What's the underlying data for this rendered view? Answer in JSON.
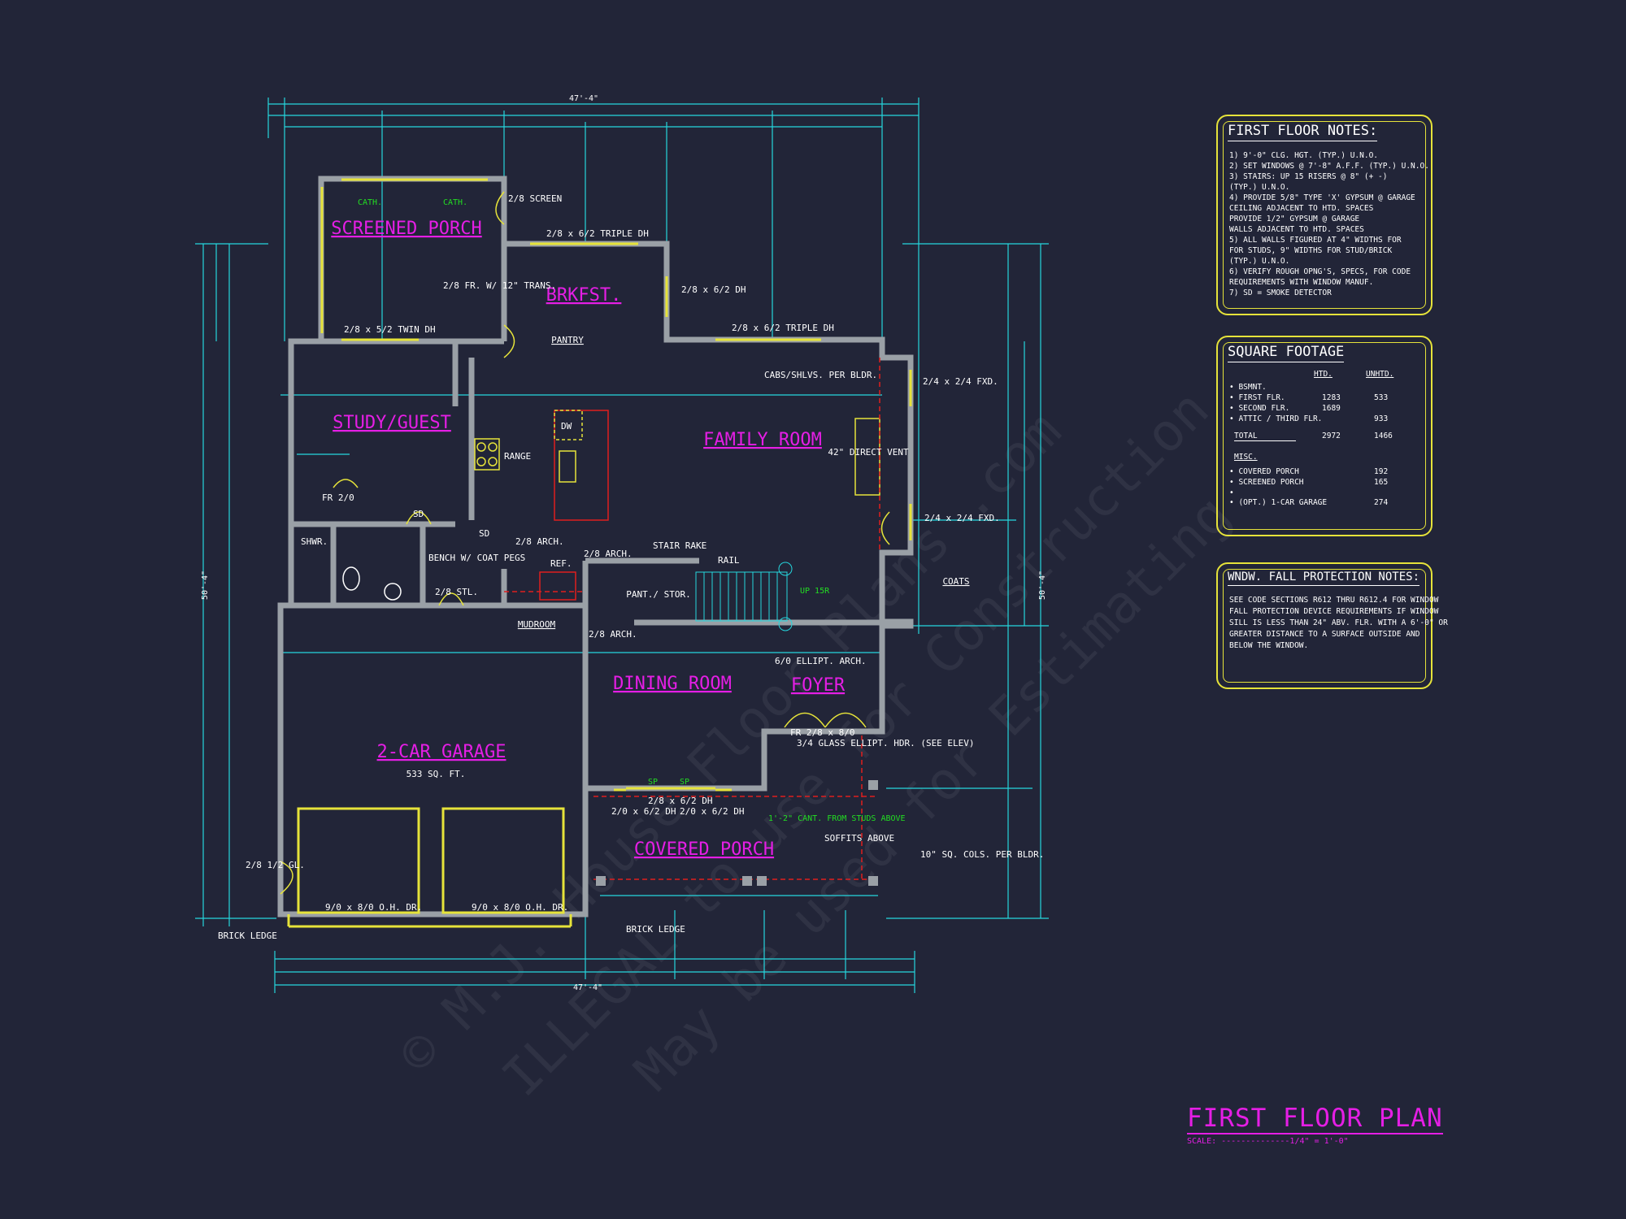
{
  "plan": {
    "overall_width": "47'-4\"",
    "overall_depth": "50'-4\"",
    "rooms": {
      "screened_porch": "SCREENED PORCH",
      "brkfst": "BRKFST.",
      "study": "STUDY/GUEST",
      "family": "FAMILY ROOM",
      "dining": "DINING ROOM",
      "foyer": "FOYER",
      "garage": "2-CAR GARAGE",
      "garage_area": "533 SQ. FT.",
      "covered_porch": "COVERED PORCH",
      "mudroom": "MUDROOM",
      "pantry": "PANTRY",
      "coats": "COATS",
      "pant_stor": "PANT./ STOR."
    },
    "labels": {
      "cath": "CATH.",
      "screen": "2/8 SCREEN",
      "triple_dh_top": "2/8 x 6/2 TRIPLE DH",
      "dh_brkfst": "2/8 x 6/2 DH",
      "fr_trans": "2/8 FR. W/ 12\" TRANS.",
      "twin_dh": "2/8 x 5/2 TWIN DH",
      "triple_dh_fam": "2/8 x 6/2 TRIPLE DH",
      "cabs": "CABS/SHLVS. PER BLDR.",
      "fxd_1": "2/4 x 2/4 FXD.",
      "fxd_2": "2/4 x 2/4 FXD.",
      "direct_vent": "42\" DIRECT VENT",
      "range": "RANGE",
      "dw": "DW",
      "ref": "REF.",
      "arch_1": "2/8 ARCH.",
      "arch_2": "2/8 ARCH.",
      "arch_3": "2/8 ARCH.",
      "stair_rake": "STAIR RAKE",
      "rail": "RAIL",
      "up": "UP 15R",
      "bench": "BENCH W/ COAT PEGS",
      "stl": "2/8 STL.",
      "shwr": "SHWR.",
      "pr_study": "FR 2/0",
      "ellipt_arch": "6/0 ELLIPT. ARCH.",
      "front_door": "FR 2/8 x 8/0",
      "glass": "3/4 GLASS ELLIPT. HDR. (SEE ELEV)",
      "porch_dh": "2/8 x 6/2 DH",
      "dh_left": "2/0 x 6/2 DH",
      "dh_right": "2/0 x 6/2 DH",
      "cant": "1'-2\" CANT. FROM STUDS ABOVE",
      "soffits": "SOFFITS ABOVE",
      "cols": "10\" SQ. COLS. PER BLDR.",
      "ohdr_1": "9/0 x 8/0 O.H. DR.",
      "ohdr_2": "9/0 x 8/0 O.H. DR.",
      "brick_l": "BRICK LEDGE",
      "brick_r": "BRICK LEDGE",
      "gar_door": "2/8 1/2 GL.",
      "sd": "SD",
      "sp": "SP"
    }
  },
  "notes": {
    "title": "FIRST FLOOR NOTES:",
    "lines": [
      "1) 9'-0\" CLG. HGT. (TYP.) U.N.O.",
      "2) SET WINDOWS @ 7'-8\" A.F.F. (TYP.) U.N.O.",
      "3) STAIRS: UP 15 RISERS @ 8\" (+ -)",
      "   (TYP.) U.N.O.",
      "4) PROVIDE 5/8\" TYPE 'X' GYPSUM @ GARAGE",
      "   CEILING ADJACENT TO HTD. SPACES",
      "   PROVIDE 1/2\" GYPSUM @ GARAGE",
      "   WALLS ADJACENT TO HTD. SPACES",
      "5) ALL WALLS FIGURED AT 4\" WIDTHS FOR",
      "   FOR STUDS, 9\" WIDTHS FOR STUD/BRICK",
      "   (TYP.) U.N.O.",
      "6) VERIFY ROUGH OPNG'S, SPECS, FOR CODE",
      "   REQUIREMENTS WITH WINDOW MANUF.",
      "7) SD = SMOKE DETECTOR"
    ]
  },
  "sqft": {
    "title": "SQUARE FOOTAGE",
    "col_htd": "HTD.",
    "col_unhtd": "UNHTD.",
    "rows": [
      {
        "label": "• BSMNT.",
        "htd": "",
        "unhtd": ""
      },
      {
        "label": "• FIRST FLR.",
        "htd": "1283",
        "unhtd": "533"
      },
      {
        "label": "• SECOND FLR.",
        "htd": "1689",
        "unhtd": ""
      },
      {
        "label": "• ATTIC / THIRD FLR.",
        "htd": "",
        "unhtd": "933"
      },
      {
        "label": "TOTAL",
        "htd": "2972",
        "unhtd": "1466"
      },
      {
        "label": "MISC.",
        "htd": "",
        "unhtd": ""
      },
      {
        "label": "• COVERED PORCH",
        "htd": "",
        "unhtd": "192"
      },
      {
        "label": "• SCREENED PORCH",
        "htd": "",
        "unhtd": "165"
      },
      {
        "label": "•",
        "htd": "",
        "unhtd": ""
      },
      {
        "label": "• (OPT.) 1-CAR GARAGE",
        "htd": "",
        "unhtd": "274"
      }
    ]
  },
  "fall": {
    "title": "WNDW. FALL PROTECTION NOTES:",
    "lines": [
      "SEE CODE SECTIONS R612 THRU R612.4 FOR WINDOW",
      "FALL PROTECTION DEVICE REQUIREMENTS IF WINDOW",
      "SILL IS LESS THAN 24\" ABV. FLR. WITH A 6'-0\" OR",
      "GREATER DISTANCE TO A SURFACE OUTSIDE AND",
      "BELOW THE WINDOW."
    ]
  },
  "title_block": {
    "title": "FIRST FLOOR PLAN",
    "scale": "SCALE: --------------1/4\" = 1'-0\""
  },
  "colors": {
    "background": "#222538",
    "dimension": "#25d6dd",
    "wall": "#9aa0a6",
    "room_label": "#e51ee5",
    "panel": "#e6e33a",
    "window": "#e6e33a",
    "note": "#22dd22"
  }
}
